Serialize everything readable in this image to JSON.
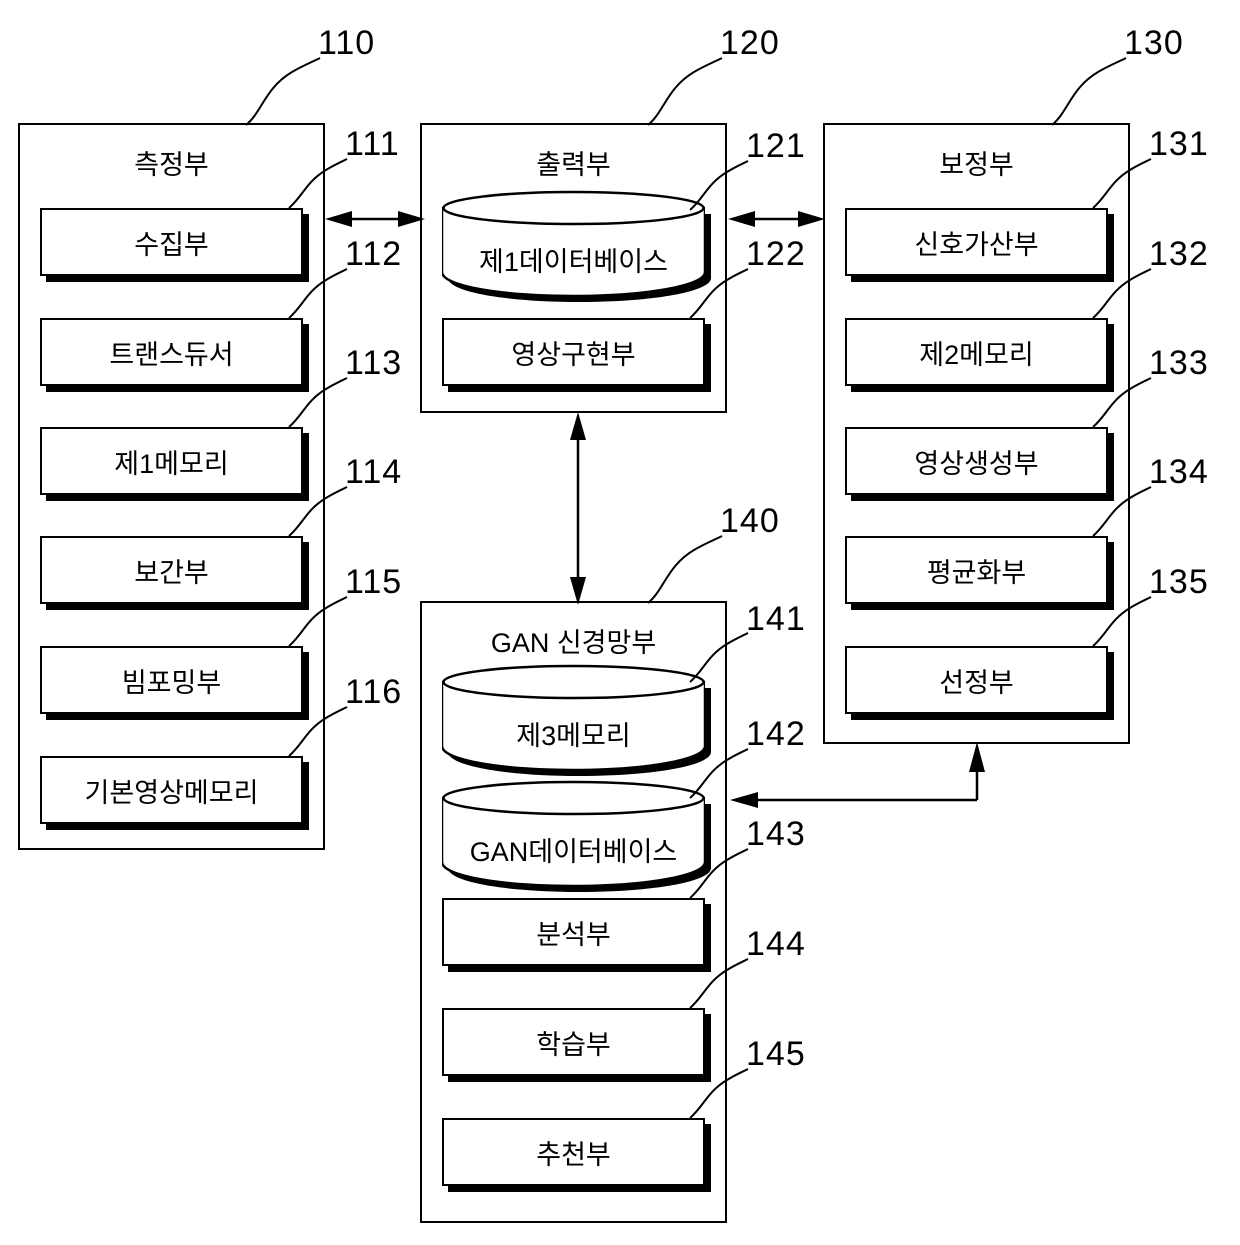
{
  "figure": {
    "title": "",
    "type": "patent-block-diagram",
    "language": "ko"
  },
  "units": [
    {
      "id": "measurement-unit",
      "ref": "110",
      "title": "측정부",
      "components": [
        {
          "ref": "111",
          "label": "수집부",
          "shape": "rect"
        },
        {
          "ref": "112",
          "label": "트랜스듀서",
          "shape": "rect"
        },
        {
          "ref": "113",
          "label": "제1메모리",
          "shape": "rect"
        },
        {
          "ref": "114",
          "label": "보간부",
          "shape": "rect"
        },
        {
          "ref": "115",
          "label": "빔포밍부",
          "shape": "rect"
        },
        {
          "ref": "116",
          "label": "기본영상메모리",
          "shape": "rect"
        }
      ]
    },
    {
      "id": "output-unit",
      "ref": "120",
      "title": "출력부",
      "components": [
        {
          "ref": "121",
          "label": "제1데이터베이스",
          "shape": "cylinder"
        },
        {
          "ref": "122",
          "label": "영상구현부",
          "shape": "rect"
        }
      ]
    },
    {
      "id": "correction-unit",
      "ref": "130",
      "title": "보정부",
      "components": [
        {
          "ref": "131",
          "label": "신호가산부",
          "shape": "rect"
        },
        {
          "ref": "132",
          "label": "제2메모리",
          "shape": "rect"
        },
        {
          "ref": "133",
          "label": "영상생성부",
          "shape": "rect"
        },
        {
          "ref": "134",
          "label": "평균화부",
          "shape": "rect"
        },
        {
          "ref": "135",
          "label": "선정부",
          "shape": "rect"
        }
      ]
    },
    {
      "id": "gan-neural-network-unit",
      "ref": "140",
      "title": "GAN 신경망부",
      "components": [
        {
          "ref": "141",
          "label": "제3메모리",
          "shape": "cylinder"
        },
        {
          "ref": "142",
          "label": "GAN데이터베이스",
          "shape": "cylinder"
        },
        {
          "ref": "143",
          "label": "분석부",
          "shape": "rect"
        },
        {
          "ref": "144",
          "label": "학습부",
          "shape": "rect"
        },
        {
          "ref": "145",
          "label": "추천부",
          "shape": "rect"
        }
      ]
    }
  ],
  "connections": [
    {
      "from": "measurement-unit",
      "to": "output-unit",
      "kind": "bidirectional-horizontal"
    },
    {
      "from": "output-unit",
      "to": "correction-unit",
      "kind": "bidirectional-horizontal"
    },
    {
      "from": "output-unit",
      "to": "gan-neural-network-unit",
      "kind": "bidirectional-vertical"
    },
    {
      "from": "correction-unit",
      "to": "gan-neural-network-unit",
      "kind": "routed-arrow-left"
    }
  ],
  "colors": {
    "line": "#000000",
    "fill": "#ffffff",
    "shadow": "#000000"
  }
}
